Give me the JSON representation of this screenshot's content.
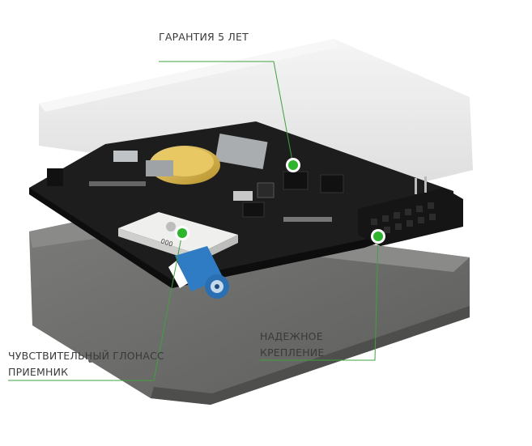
{
  "callouts": {
    "warranty": {
      "label": "ГАРАНТИЯ 5 ЛЕТ"
    },
    "mount": {
      "line1": "НАДЕЖНОЕ",
      "line2": "КРЕПЛЕНИЕ"
    },
    "antenna": {
      "line1": "ЧУВСТВИТЕЛЬНЫЙ ГЛОНАСС",
      "line2": "ПРИЕМНИК"
    }
  },
  "gps_module_label": "000",
  "colors": {
    "accent_green": "#2db52d",
    "leader_line": "#3fa13f",
    "enclosure": "#6e6e6c",
    "pcb": "#1c1c1c",
    "lid": "#ebebeb",
    "battery": "#d9b648",
    "connector": "#2e78bf"
  }
}
